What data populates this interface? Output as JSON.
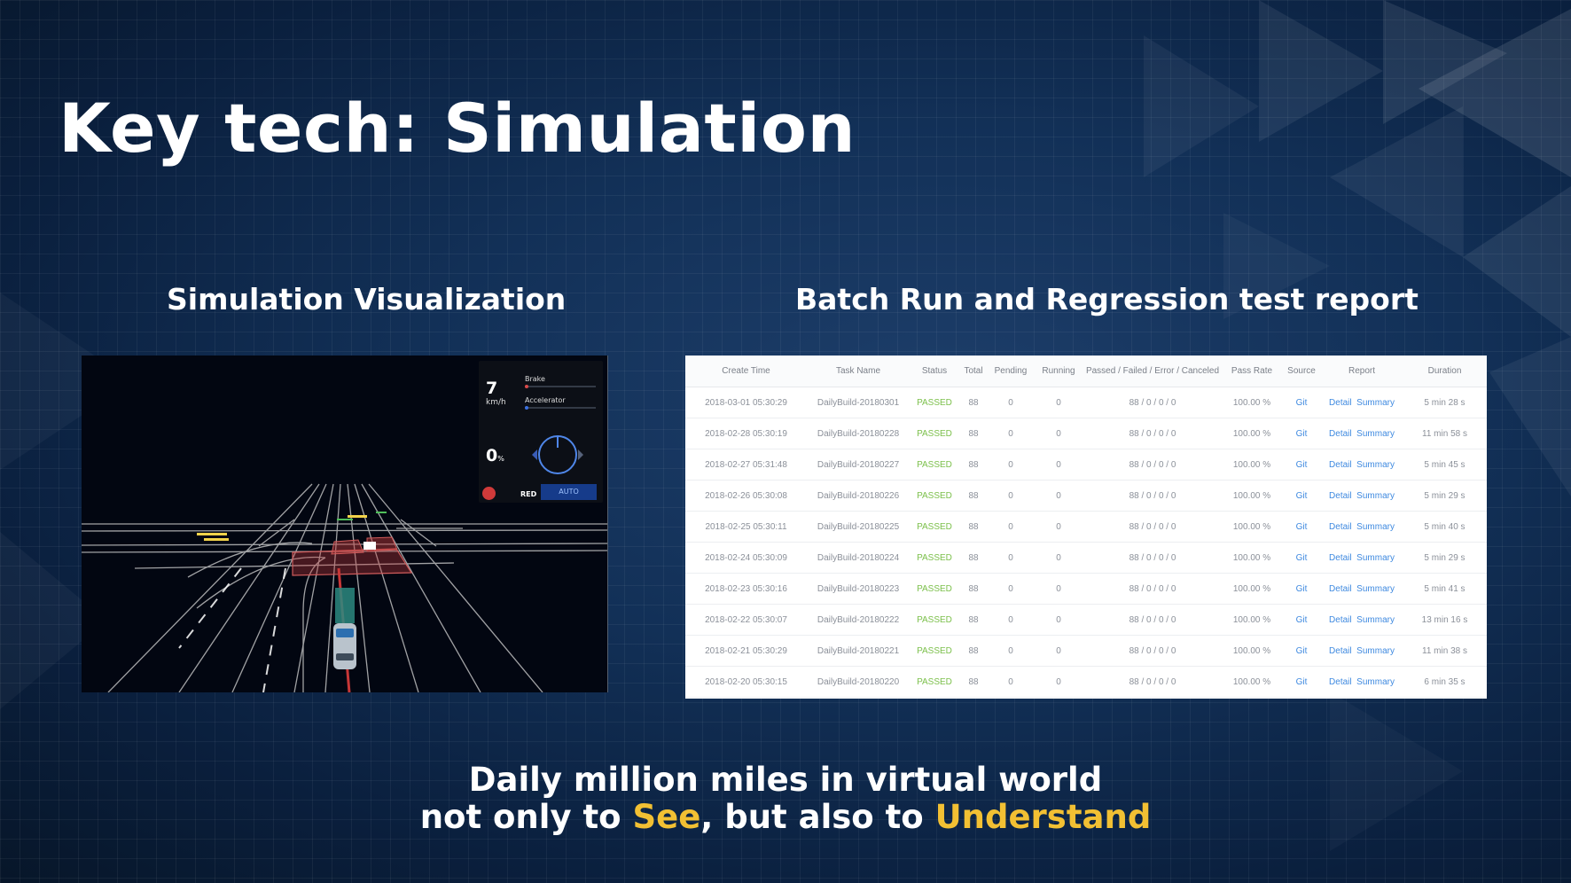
{
  "slide": {
    "title": "Key tech: Simulation",
    "left_heading": "Simulation Visualization",
    "right_heading": "Batch Run and Regression test report",
    "tagline": {
      "line1": "Daily million miles in virtual world",
      "line2_pre": "not only to ",
      "see": "See",
      "line2_mid": ", but also to ",
      "understand": "Understand"
    },
    "highlight_color": "#f2c033"
  },
  "hud": {
    "speed": "7",
    "speed_unit": "km/h",
    "brake_label": "Brake",
    "accelerator_label": "Accelerator",
    "steering": "0",
    "steering_unit": "%",
    "signal_label": "RED",
    "mode_label": "AUTO",
    "brake_color": "#d94a4a",
    "accelerator_color": "#3a6fe0"
  },
  "report": {
    "headers": [
      "Create Time",
      "Task Name",
      "Status",
      "Total",
      "Pending",
      "Running",
      "Passed / Failed / Error / Canceled",
      "Pass Rate",
      "Source",
      "Report",
      "Duration"
    ],
    "rows": [
      {
        "time": "2018-03-01 05:30:29",
        "task": "DailyBuild-20180301",
        "status": "PASSED",
        "total": "88",
        "pending": "0",
        "running": "0",
        "pfec": "88 / 0 / 0 / 0",
        "rate": "100.00 %",
        "source": "Git",
        "detail": "Detail",
        "summary": "Summary",
        "duration": "5 min 28 s"
      },
      {
        "time": "2018-02-28 05:30:19",
        "task": "DailyBuild-20180228",
        "status": "PASSED",
        "total": "88",
        "pending": "0",
        "running": "0",
        "pfec": "88 / 0 / 0 / 0",
        "rate": "100.00 %",
        "source": "Git",
        "detail": "Detail",
        "summary": "Summary",
        "duration": "11 min 58 s"
      },
      {
        "time": "2018-02-27 05:31:48",
        "task": "DailyBuild-20180227",
        "status": "PASSED",
        "total": "88",
        "pending": "0",
        "running": "0",
        "pfec": "88 / 0 / 0 / 0",
        "rate": "100.00 %",
        "source": "Git",
        "detail": "Detail",
        "summary": "Summary",
        "duration": "5 min 45 s"
      },
      {
        "time": "2018-02-26 05:30:08",
        "task": "DailyBuild-20180226",
        "status": "PASSED",
        "total": "88",
        "pending": "0",
        "running": "0",
        "pfec": "88 / 0 / 0 / 0",
        "rate": "100.00 %",
        "source": "Git",
        "detail": "Detail",
        "summary": "Summary",
        "duration": "5 min 29 s"
      },
      {
        "time": "2018-02-25 05:30:11",
        "task": "DailyBuild-20180225",
        "status": "PASSED",
        "total": "88",
        "pending": "0",
        "running": "0",
        "pfec": "88 / 0 / 0 / 0",
        "rate": "100.00 %",
        "source": "Git",
        "detail": "Detail",
        "summary": "Summary",
        "duration": "5 min 40 s"
      },
      {
        "time": "2018-02-24 05:30:09",
        "task": "DailyBuild-20180224",
        "status": "PASSED",
        "total": "88",
        "pending": "0",
        "running": "0",
        "pfec": "88 / 0 / 0 / 0",
        "rate": "100.00 %",
        "source": "Git",
        "detail": "Detail",
        "summary": "Summary",
        "duration": "5 min 29 s"
      },
      {
        "time": "2018-02-23 05:30:16",
        "task": "DailyBuild-20180223",
        "status": "PASSED",
        "total": "88",
        "pending": "0",
        "running": "0",
        "pfec": "88 / 0 / 0 / 0",
        "rate": "100.00 %",
        "source": "Git",
        "detail": "Detail",
        "summary": "Summary",
        "duration": "5 min 41 s"
      },
      {
        "time": "2018-02-22 05:30:07",
        "task": "DailyBuild-20180222",
        "status": "PASSED",
        "total": "88",
        "pending": "0",
        "running": "0",
        "pfec": "88 / 0 / 0 / 0",
        "rate": "100.00 %",
        "source": "Git",
        "detail": "Detail",
        "summary": "Summary",
        "duration": "13 min 16 s"
      },
      {
        "time": "2018-02-21 05:30:29",
        "task": "DailyBuild-20180221",
        "status": "PASSED",
        "total": "88",
        "pending": "0",
        "running": "0",
        "pfec": "88 / 0 / 0 / 0",
        "rate": "100.00 %",
        "source": "Git",
        "detail": "Detail",
        "summary": "Summary",
        "duration": "11 min 38 s"
      },
      {
        "time": "2018-02-20 05:30:15",
        "task": "DailyBuild-20180220",
        "status": "PASSED",
        "total": "88",
        "pending": "0",
        "running": "0",
        "pfec": "88 / 0 / 0 / 0",
        "rate": "100.00 %",
        "source": "Git",
        "detail": "Detail",
        "summary": "Summary",
        "duration": "6 min 35 s"
      }
    ],
    "status_color": "#7cc04b",
    "link_color": "#3f8ae0"
  }
}
